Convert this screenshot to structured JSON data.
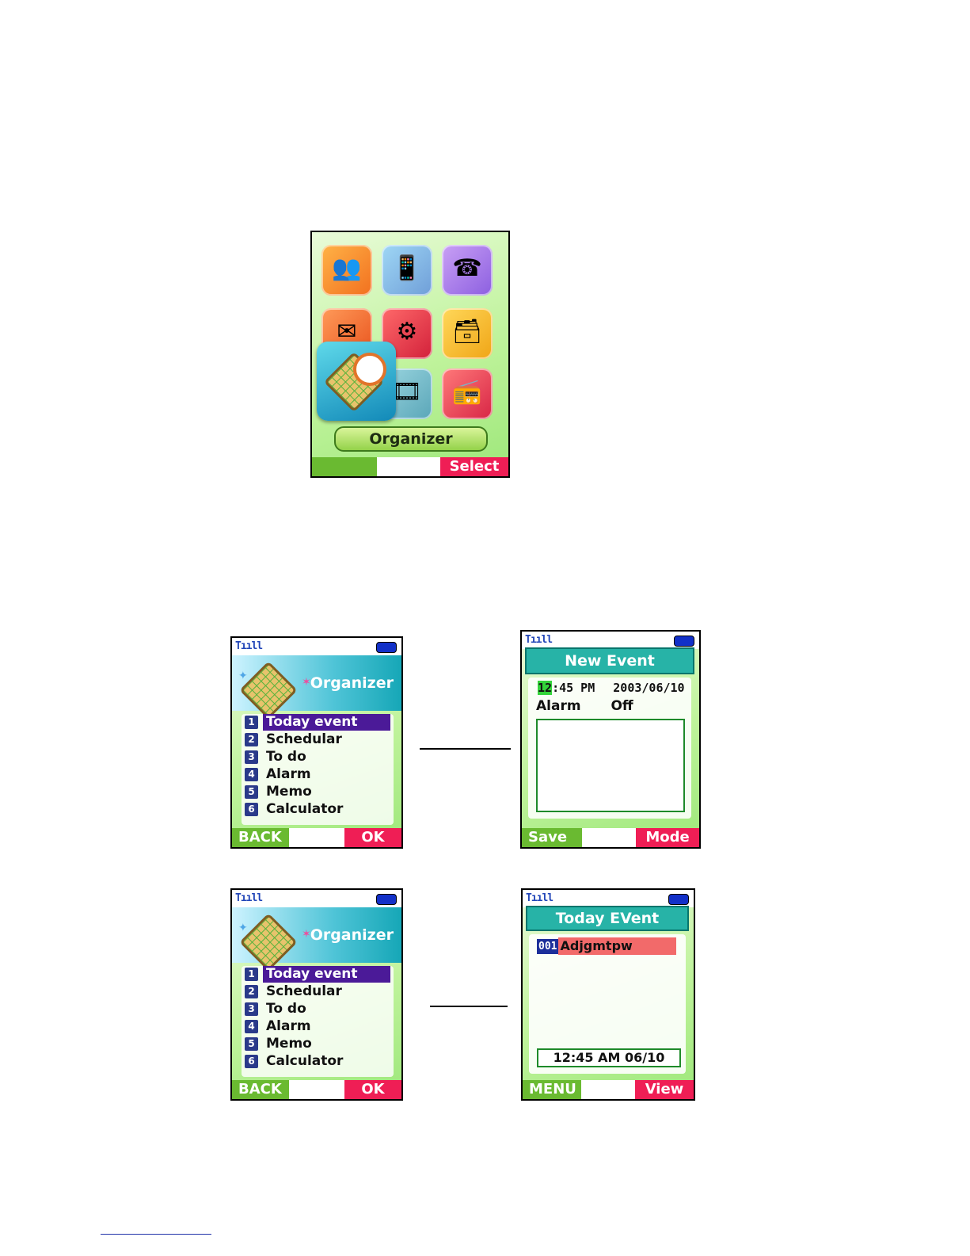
{
  "main_menu": {
    "label": "Organizer",
    "right_softkey": "Select",
    "icons": [
      "contacts-icon",
      "phone-card-icon",
      "telephone-icon",
      "message-icon",
      "settings-icon",
      "gift-box-icon",
      "organizer-icon",
      "video-icon",
      "radio-icon"
    ]
  },
  "screen_organizer_a": {
    "title": "Organizer",
    "items": [
      {
        "num": "1",
        "label": "Today event"
      },
      {
        "num": "2",
        "label": "Schedular"
      },
      {
        "num": "3",
        "label": "To do"
      },
      {
        "num": "4",
        "label": "Alarm"
      },
      {
        "num": "5",
        "label": "Memo"
      },
      {
        "num": "6",
        "label": "Calculator"
      }
    ],
    "left_softkey": "BACK",
    "right_softkey": "OK"
  },
  "screen_new_event": {
    "title": "New Event",
    "time_hour": "12",
    "time_rest": ":45 PM",
    "date": "2003/06/10",
    "alarm_label": "Alarm",
    "alarm_value": "Off",
    "left_softkey": "Save",
    "right_softkey": "Mode"
  },
  "screen_organizer_b": {
    "title": "Organizer",
    "items": [
      {
        "num": "1",
        "label": "Today event"
      },
      {
        "num": "2",
        "label": "Schedular"
      },
      {
        "num": "3",
        "label": "To do"
      },
      {
        "num": "4",
        "label": "Alarm"
      },
      {
        "num": "5",
        "label": "Memo"
      },
      {
        "num": "6",
        "label": "Calculator"
      }
    ],
    "left_softkey": "BACK",
    "right_softkey": "OK"
  },
  "screen_today_event": {
    "title": "Today EVent",
    "entry_num": "001",
    "entry_label": "Adjgmtpw",
    "datetime": "12:45 AM 06/10",
    "left_softkey": "MENU",
    "right_softkey": "View"
  },
  "colors": {
    "accent_teal": "#27b3a7",
    "softkey_green": "#6aba31",
    "softkey_red": "#ef1e55",
    "selected_purple": "#4b1a98"
  }
}
